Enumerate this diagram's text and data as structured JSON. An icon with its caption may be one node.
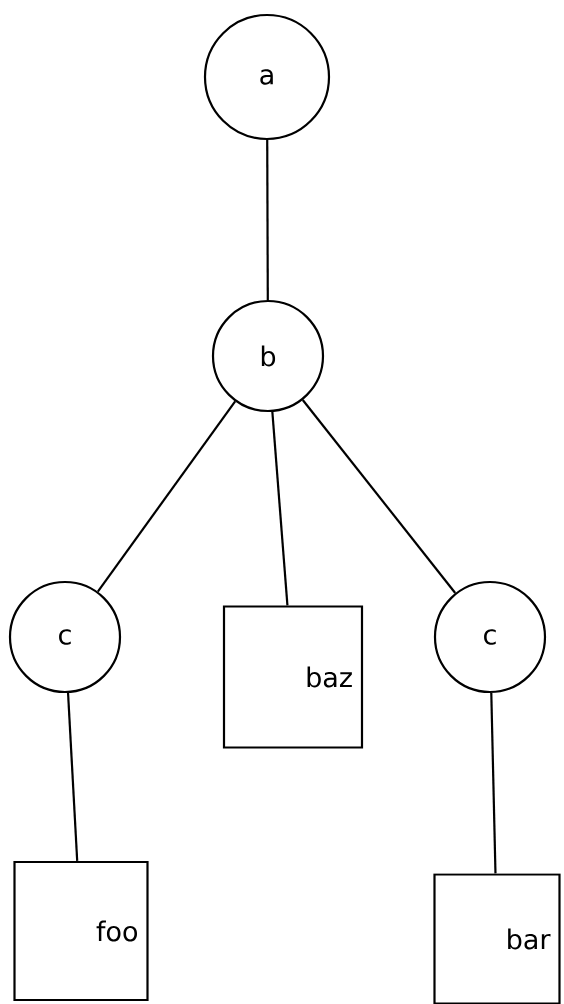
{
  "diagram": {
    "nodes": [
      {
        "text": [
          "a"
        ]
      },
      {
        "text": [
          "b"
        ]
      },
      {
        "text": [
          "c"
        ]
      },
      {
        "text": [
          "baz"
        ]
      },
      {
        "text": [
          "c"
        ]
      },
      {
        "text": [
          "foo"
        ]
      },
      {
        "text": [
          "bar"
        ]
      }
    ],
    "edges": [
      {
        "from": 0,
        "to": 1,
        "arrow": "none"
      },
      {
        "from": 1,
        "to": 2,
        "arrow": "none"
      },
      {
        "from": 1,
        "to": 3,
        "arrow": "none"
      },
      {
        "from": 1,
        "to": 4,
        "arrow": "none"
      },
      {
        "from": 2,
        "to": 5,
        "arrow": "none"
      },
      {
        "from": 4,
        "to": 6,
        "arrow": "none"
      }
    ]
  }
}
